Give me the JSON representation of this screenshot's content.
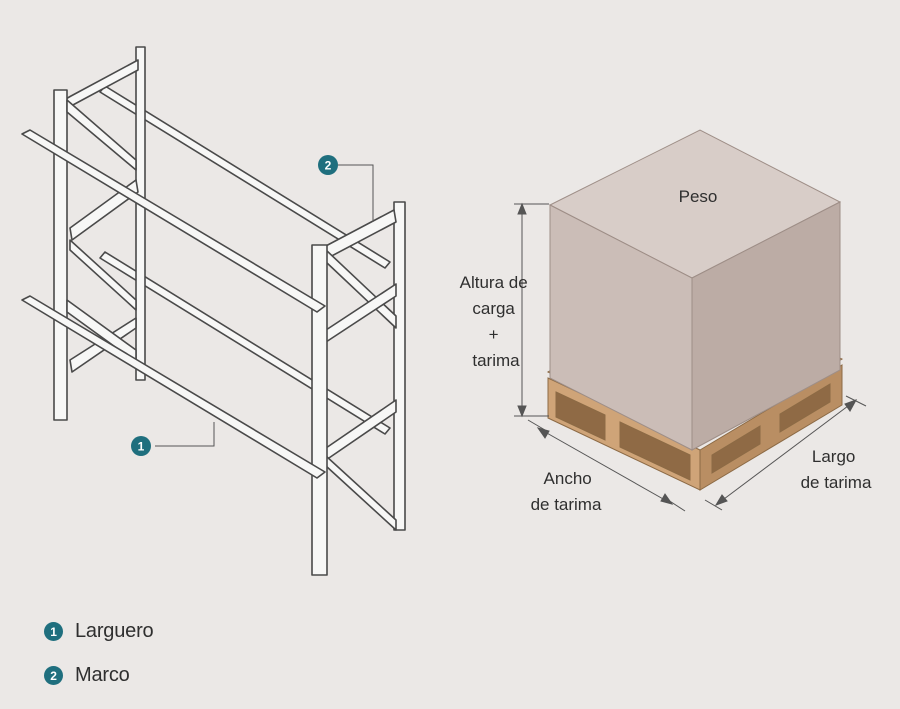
{
  "rack": {
    "callout_1": "1",
    "callout_2": "2"
  },
  "pallet": {
    "peso": "Peso",
    "altura_lines": [
      "Altura de",
      "carga",
      "+",
      "tarima"
    ],
    "ancho_lines": [
      "Ancho",
      "de tarima"
    ],
    "largo_lines": [
      "Largo",
      "de tarima"
    ]
  },
  "legend": [
    {
      "number": "1",
      "label": "Larguero"
    },
    {
      "number": "2",
      "label": "Marco"
    }
  ],
  "colors": {
    "background": "#ebe8e6",
    "accent": "#1f6f7e",
    "box_top": "#d4c9c4",
    "box_front": "#c8bab4",
    "box_side": "#baaaa3",
    "wood": "#d8b48a"
  }
}
